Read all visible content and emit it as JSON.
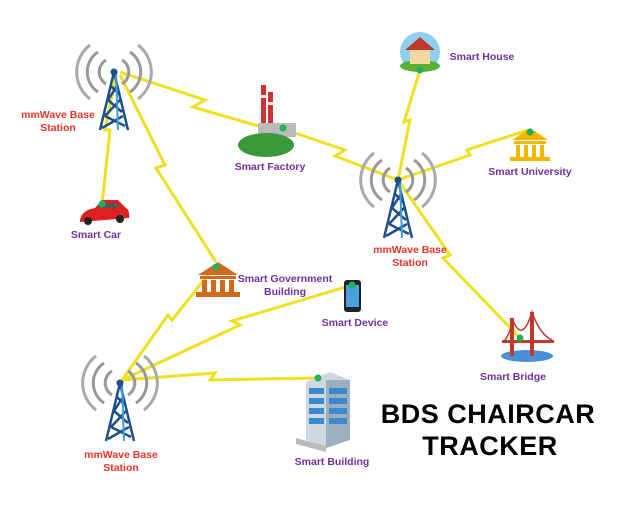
{
  "title": {
    "line1": "BDS CHAIRCAR",
    "line2": "TRACKER"
  },
  "base_stations": [
    {
      "label_line1": "mmWave Base",
      "label_line2": "Station"
    },
    {
      "label_line1": "mmWave Base",
      "label_line2": "Station"
    },
    {
      "label_line1": "mmWave Base",
      "label_line2": "Station"
    }
  ],
  "devices": {
    "factory": "Smart Factory",
    "house": "Smart House",
    "university": "Smart University",
    "car": "Smart Car",
    "government_line1": "Smart Government",
    "government_line2": "Building",
    "device": "Smart Device",
    "bridge": "Smart Bridge",
    "building": "Smart Building"
  },
  "colors": {
    "station_label": "#e8332a",
    "device_label": "#7030a0",
    "link": "#f0e020",
    "node_dot": "#22b060"
  }
}
